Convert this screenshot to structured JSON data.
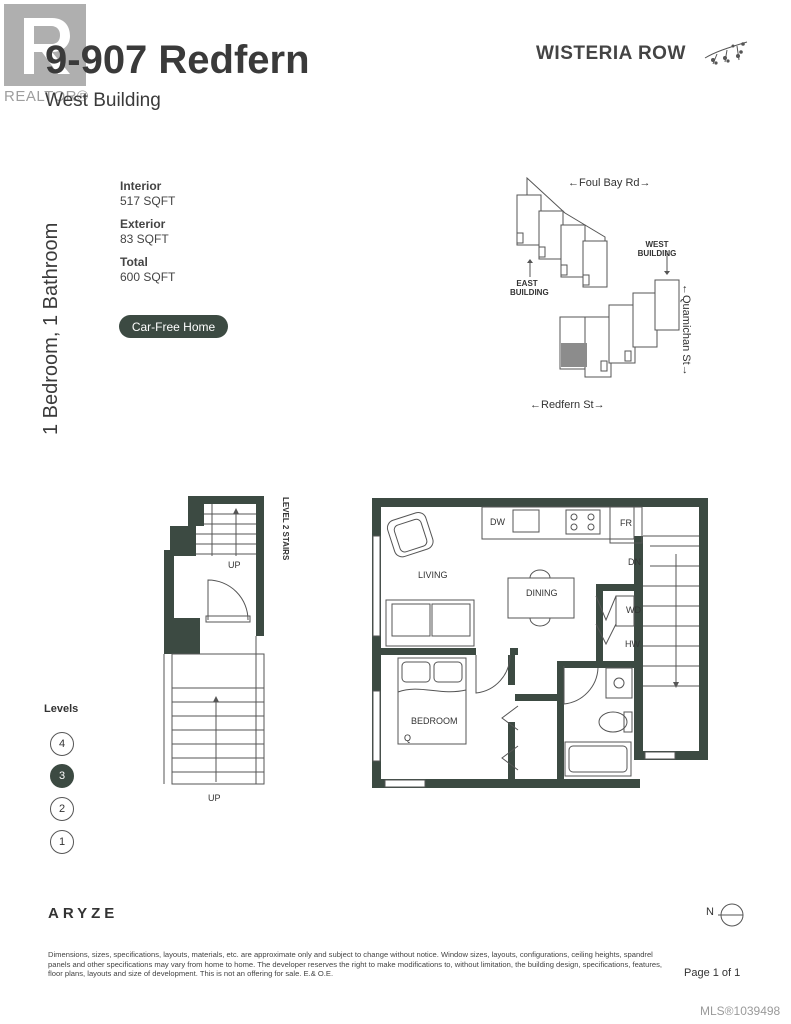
{
  "header": {
    "title": "9-907 Redfern",
    "subtitle": "West Building",
    "brand": "WISTERIA ROW",
    "watermark_label": "REALTOR®"
  },
  "unit_type": "1 Bedroom, 1 Bathroom",
  "specs": [
    {
      "label": "Interior",
      "value": "517 SQFT"
    },
    {
      "label": "Exterior",
      "value": "83 SQFT"
    },
    {
      "label": "Total",
      "value": "600 SQFT"
    }
  ],
  "badge": "Car-Free Home",
  "site_map": {
    "top_street": "←Foul Bay Rd→",
    "bottom_street": "←Redfern St→",
    "side_street": "←Quamichan St→",
    "east_building": "EAST BUILDING",
    "west_building": "WEST BUILDING"
  },
  "floor_plan": {
    "stairs_label": "LEVEL 2 STAIRS",
    "up_top": "UP",
    "up_bottom": "UP",
    "dn": "DN",
    "dw": "DW",
    "fr": "FR",
    "living": "LIVING",
    "dining": "DINING",
    "bedroom": "BEDROOM",
    "q": "Q",
    "wd": "WD",
    "hw": "HW"
  },
  "levels": {
    "label": "Levels",
    "items": [
      "4",
      "3",
      "2",
      "1"
    ],
    "active": "3"
  },
  "footer": {
    "developer": "ARYZE",
    "compass": "N",
    "disclaimer": "Dimensions, sizes, specifications, layouts, materials, etc. are approximate only and subject to change without notice. Window sizes, layouts, configurations, ceiling heights, spandrel panels and other specifications may vary from home to home. The developer reserves the right to make modifications to, without limitation, the building design, specifications, features, floor plans, layouts and size of development. This is not an offering for sale. E.& O.E.",
    "page": "Page 1 of 1",
    "mls": "MLS®1039498"
  },
  "colors": {
    "accent": "#3c4a42",
    "wall": "#3c4a42",
    "text": "#3a3a3a",
    "watermark": "#a9a9a9"
  }
}
